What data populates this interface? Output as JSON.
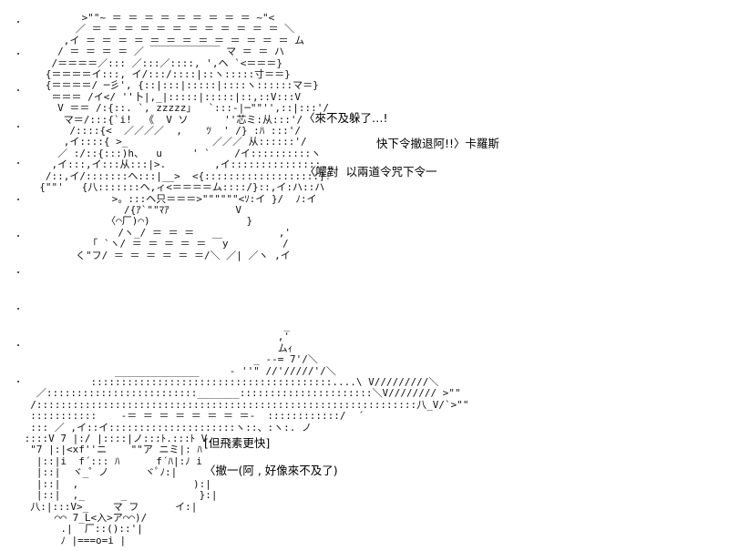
{
  "art": {
    "top": "         >\"\"~ ＝ ＝ ＝ ＝ ＝ ＝ ＝ ＝ ＝ ~\"<\n        ／ ＝ ＝ ＝ ＝ ＝ ＝ ＝ ＝ ＝ ＝ ＝ ＝ ＼\n      ,イ ＝ ＝ ＝ ＝ ＝ ＝ ＝ ＝ ＝ ＝ ＝ ＝ ＝ ム\n     / ＝ ＝ ＝ ＝ ／ ￣￣￣￣￣￣￣ マ ＝ ＝ ハ\n    /＝＝＝＝／::: ／:::／::::, ',ヘ `<＝＝＝}\n   {＝＝＝＝イ:::, イ/:::/::::|::ヽ:::::寸＝＝}\n   {＝＝＝＝/ ─彡', {::|:::|:::::|::::ヽ::::::マ＝}\n    ＝＝＝ /イ</ ''卜|,_|:::::|:::::|::,::V:::V\n     V ＝＝ /:{::. `, zzzzz」  `:::-|─\"\"'',::|:::'/\n      マ＝/:::{`i!  《  V ソ      ''芯ミ:从:::'/\n       /::::{<  ／／／／  ,    ﾂ  ' /} :ﾊ :::'/\n      ,イ::::{ >_              ／／／ 从::::::'/\n     ／ :/::{:::)h、  u     ' `    /イ::::::::::ヽ\n    ,イ:::,イ:::从:::|>.        ,イ:::::::::::::::,\n   /::,イ/:::::::ヘ:::|__>  <{:::::::::::::::::::]!\n  {\"\"'   {八:::::::ヘ,ィ<＝＝＝＝ム::::/}::,イ:ハ::ハ\n              >。:::ヘ只＝＝＝>\"\"\"\"\"\"<ｿ:イ }/  ﾉ:イ\n                /{ｱ`\"\"ﾏｱ           V\n             〈⌒厂)⌒)                }\n               /ヽ_/ ＝ ＝ ＝              ,'\n          「 `ヽ/ ＝ ＝ ＝ ＝ ＝ ￣y         /\n        く\"フ/ ＝ ＝ ＝ ＝ ＝ ＝/＼ ／| ／ヽ ,イ",
    "bottom": "                                            _\n                                           ,'\n                                           ムｨ\n                                       _ -‐= 7'/＼\n                ______________     - ''\" //'/////'/＼\n            ::::::::::::::::::::::::::::::::::::::::....\\ V/////////＼\n   ／:::::::::::::::::::::::::_______::::::::::::::::::::::＼V//////// >\"\"\n  /:::::::::::::::::::::::::::::::::::::::::::::::::::::::::::::::八_V/`>\"\"\n  :::::::::::    -＝ ＝ ＝ ＝ ＝ ＝ ＝ ＝-  ::::::::::::/  ´\n  ::: ／ ,イ::イ:::::::::::::::::::::ヽ::、:ヽ:. ノ\n ::::V 7 |:/ |::::|ノ:::ﾄ.:::ﾄ V\n  \"7 |:|<xf''ニ    \"\"ア ニミ|: ﾊ\n   |::|i  f´::: ﾊ      f´ﾊ|:ﾉ i\n   |::|  ヾ_゜ノ      ヾﾟﾉ:|\n   |::|  ,                   ):|\n   |::|  ,_      _            }:|\n  八:|:::V>_    マ フ      イ:|\n      ⌒⌒ 7_L<入>ア⌒⌒)/\n       .|  厂::()::'|\n       ﾉ |===o=i |"
  },
  "dialogue": [
    "〈來不及躲了…!",
    "快下令撤退阿!!〉卡羅斯",
    "〈喔對  以兩道令咒下令一",
    "[但飛素更快]",
    "〈撤一(阿 , 好像來不及了)"
  ]
}
